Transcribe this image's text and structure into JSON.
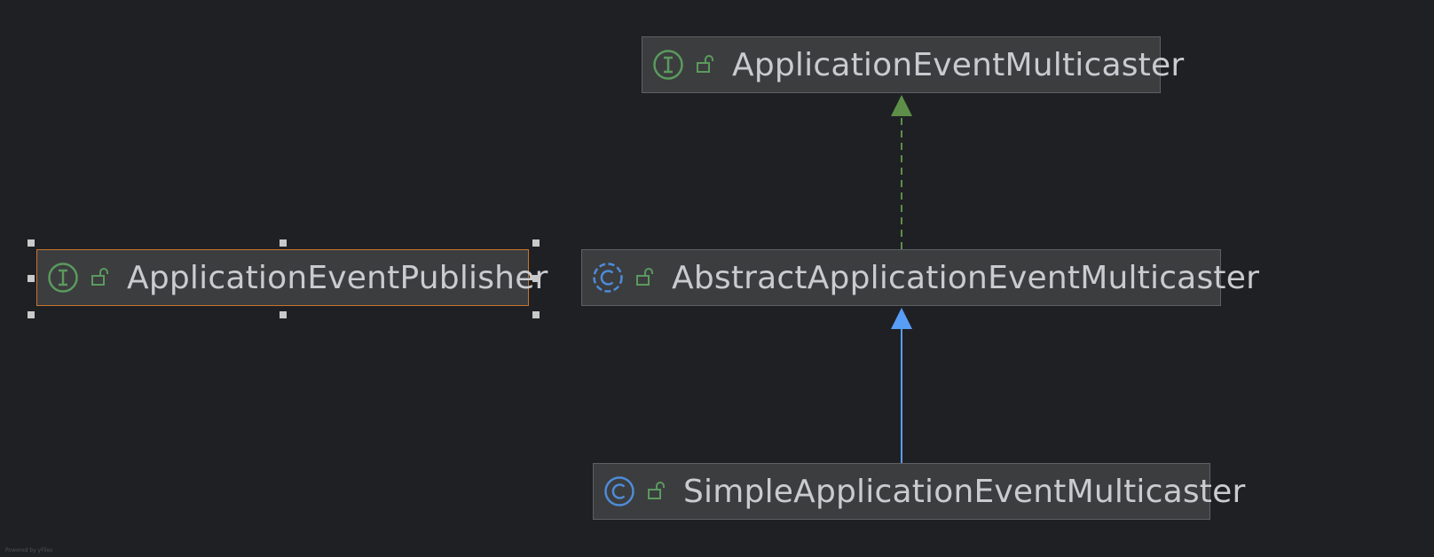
{
  "diagram": {
    "nodes": [
      {
        "id": "application-event-multicaster",
        "kind": "interface",
        "label": "ApplicationEventMulticaster"
      },
      {
        "id": "application-event-publisher",
        "kind": "interface",
        "label": "ApplicationEventPublisher",
        "selected": true
      },
      {
        "id": "abstract-application-event-multicaster",
        "kind": "abstract-class",
        "label": "AbstractApplicationEventMulticaster"
      },
      {
        "id": "simple-application-event-multicaster",
        "kind": "class",
        "label": "SimpleApplicationEventMulticaster"
      }
    ],
    "edges": [
      {
        "from": "abstract-application-event-multicaster",
        "to": "application-event-multicaster",
        "relation": "implements"
      },
      {
        "from": "simple-application-event-multicaster",
        "to": "abstract-application-event-multicaster",
        "relation": "extends"
      }
    ]
  },
  "icons": {
    "interface": "interface-i-icon",
    "abstract_class": "abstract-class-c-icon",
    "class": "class-c-icon",
    "visibility": "unlocked-padlock-icon"
  },
  "colors": {
    "background": "#1f2024",
    "node_fill": "#3c3d3f",
    "node_border": "#5e6064",
    "selected_border": "#c8742d",
    "label_text": "#c9cbcf",
    "interface_green": "#5a9a5e",
    "class_blue": "#4e8bd8",
    "implements_edge": "#5d8f48",
    "extends_edge": "#589df6",
    "handle": "#c9c9c9"
  },
  "watermark": "Powered by yFiles"
}
